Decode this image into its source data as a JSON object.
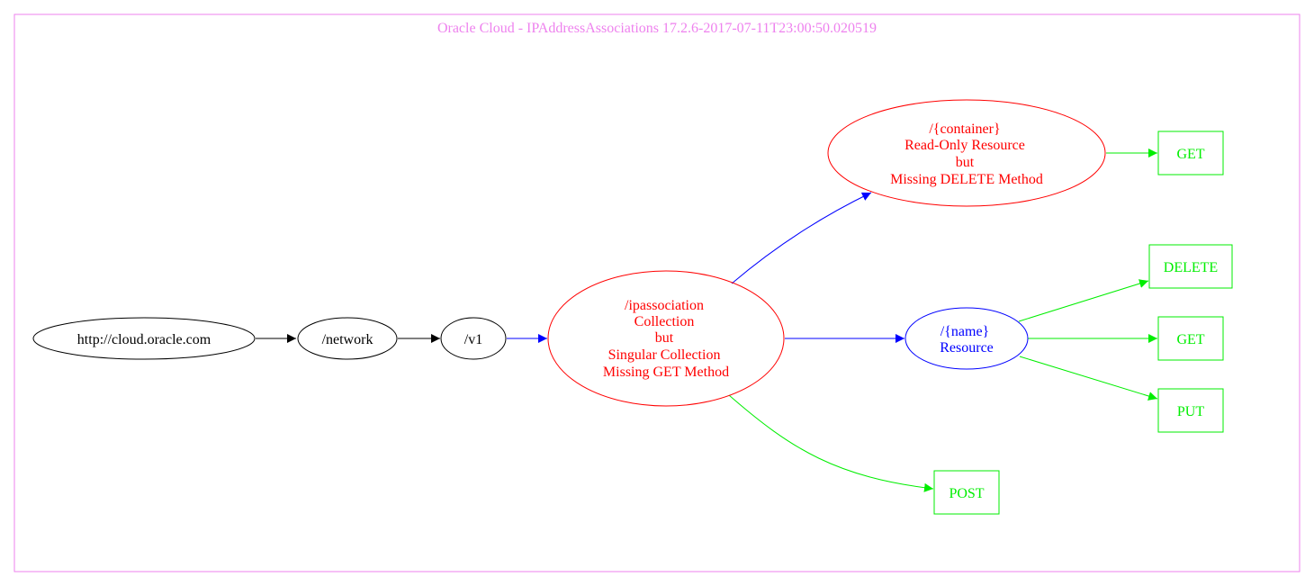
{
  "title": "Oracle Cloud - IPAddressAssociations 17.2.6-2017-07-11T23:00:50.020519",
  "colors": {
    "frame": "#ee82ee",
    "black": "#000000",
    "red": "#ff0000",
    "blue": "#0000ff",
    "green": "#00ee00"
  },
  "nodes": {
    "root": {
      "lines": [
        "http://cloud.oracle.com"
      ]
    },
    "network": {
      "lines": [
        "/network"
      ]
    },
    "v1": {
      "lines": [
        "/v1"
      ]
    },
    "ipassociation": {
      "lines": [
        "/ipassociation",
        "Collection",
        "but",
        "Singular Collection",
        "Missing GET Method"
      ]
    },
    "container": {
      "lines": [
        "/{container}",
        "Read-Only Resource",
        "but",
        "Missing DELETE Method"
      ]
    },
    "name": {
      "lines": [
        "/{name}",
        "Resource"
      ]
    },
    "container_get": {
      "lines": [
        "GET"
      ]
    },
    "name_delete": {
      "lines": [
        "DELETE"
      ]
    },
    "name_get": {
      "lines": [
        "GET"
      ]
    },
    "name_put": {
      "lines": [
        "PUT"
      ]
    },
    "post": {
      "lines": [
        "POST"
      ]
    }
  }
}
